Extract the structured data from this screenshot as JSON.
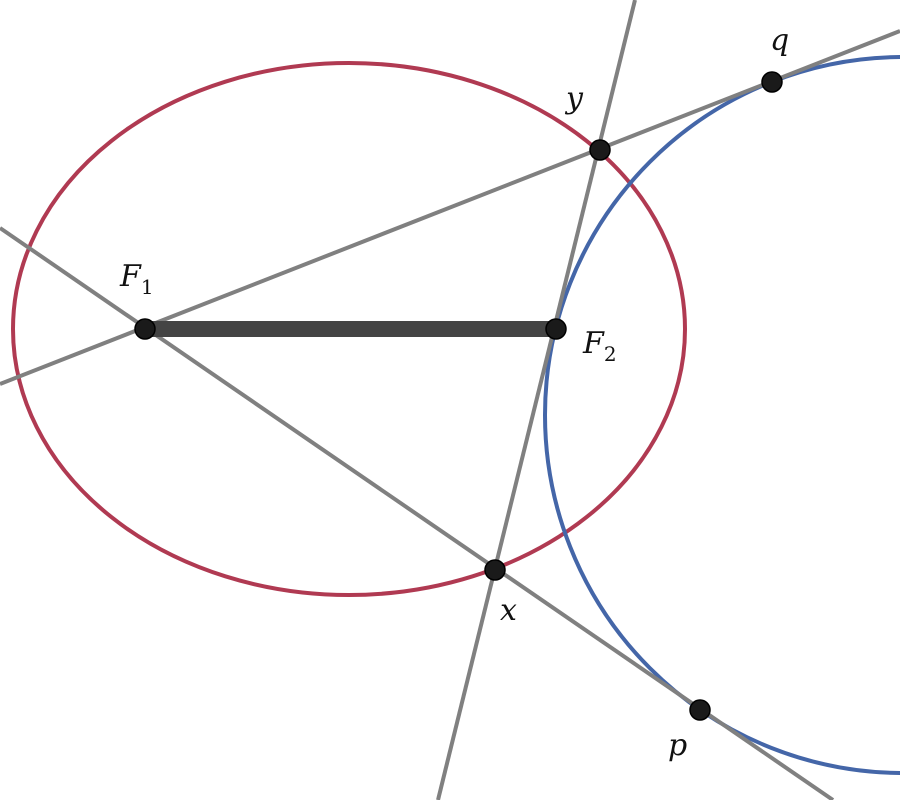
{
  "colors": {
    "ellipse": "#b03a52",
    "circle": "#4466a8",
    "lines": "#808080",
    "segment": "#444444",
    "points": "#1a1a1a"
  },
  "labels": {
    "F1": {
      "main": "F",
      "sub": "1"
    },
    "F2": {
      "main": "F",
      "sub": "2"
    },
    "x": {
      "main": "x"
    },
    "y": {
      "main": "y"
    },
    "p": {
      "main": "p"
    },
    "q": {
      "main": "q"
    }
  }
}
